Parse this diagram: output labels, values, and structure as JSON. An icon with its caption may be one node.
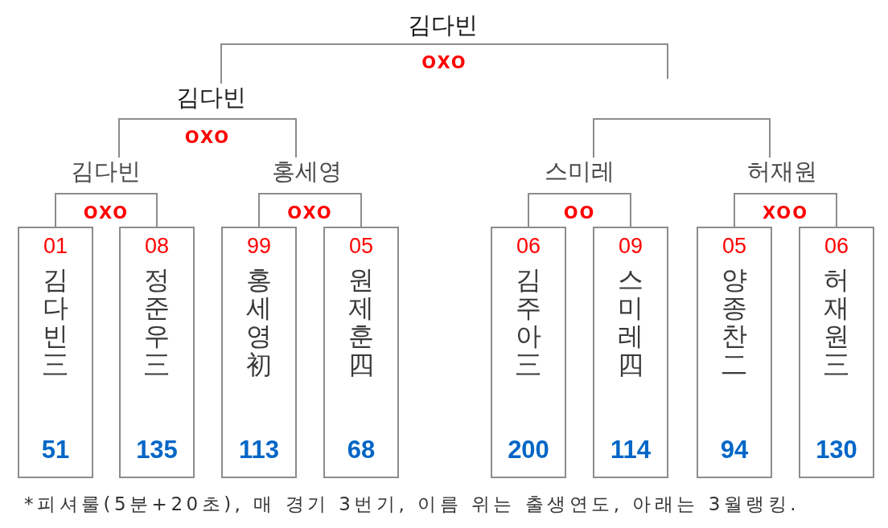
{
  "diagram": {
    "nodes": [
      {
        "text": [
          "김다빈"
        ]
      },
      {
        "text": [
          "김다빈"
        ]
      },
      {
        "text": [
          "홍세영"
        ]
      },
      {
        "text": [
          "스미레"
        ]
      },
      {
        "text": [
          "허재원"
        ]
      },
      {
        "text": [
          "01",
          "김다빈三",
          "51"
        ]
      },
      {
        "text": [
          "08",
          "정준우三",
          "135"
        ]
      },
      {
        "text": [
          "99",
          "홍세영初",
          "113"
        ]
      },
      {
        "text": [
          "05",
          "원제훈四",
          "68"
        ]
      },
      {
        "text": [
          "06",
          "김주아三",
          "200"
        ]
      },
      {
        "text": [
          "09",
          "스미레四",
          "114"
        ]
      },
      {
        "text": [
          "05",
          "양종찬二",
          "94"
        ]
      },
      {
        "text": [
          "06",
          "허재원三",
          "130"
        ]
      }
    ],
    "edges": [
      {
        "from": 5,
        "to": 6,
        "arrow": "none",
        "label": "OXO"
      },
      {
        "from": 7,
        "to": 8,
        "arrow": "none",
        "label": "OXO"
      },
      {
        "from": 9,
        "to": 10,
        "arrow": "none",
        "label": "OO"
      },
      {
        "from": 11,
        "to": 12,
        "arrow": "none",
        "label": "XOO"
      },
      {
        "from": 1,
        "to": 2,
        "arrow": "none",
        "label": "OXO"
      },
      {
        "from": 3,
        "to": 4,
        "arrow": "none"
      },
      {
        "from": 0,
        "to": null,
        "arrow": "none",
        "label": "OXO"
      }
    ],
    "labels": [
      "김다빈"
    ],
    "caption": "*피셔룰(5분+20초), 매 경기 3번기, 이름 위는 출생연도, 아래는 3월랭킹."
  }
}
